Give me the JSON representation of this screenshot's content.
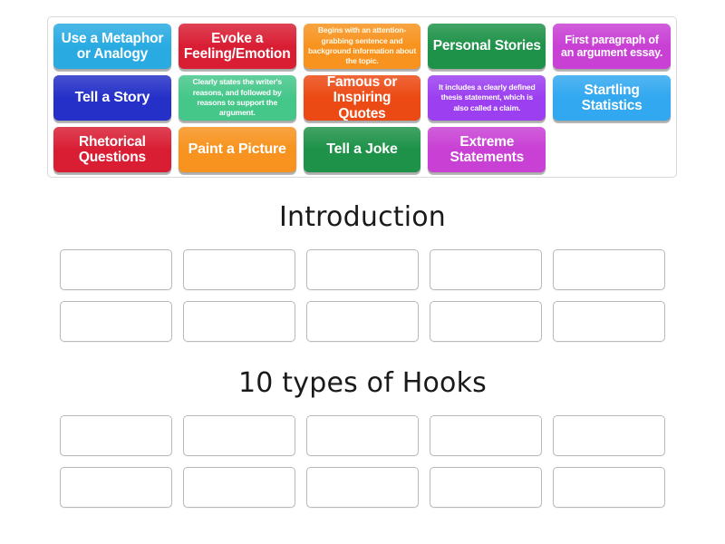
{
  "activity": {
    "type": "group-sort",
    "tray": {
      "name": "word-bank",
      "tiles": [
        {
          "id": "t1",
          "text": "Use a Metaphor or Analogy",
          "size": "big",
          "color": "#29abe2",
          "text_color": "#ffffff"
        },
        {
          "id": "t2",
          "text": "Evoke a Feeling/Emotion",
          "size": "big",
          "color": "#d91e34",
          "text_color": "#ffffff"
        },
        {
          "id": "t3",
          "text": "Begins with an attention-grabbing sentence and background information about the topic.",
          "size": "small",
          "color": "#f7931e",
          "text_color": "#fff8e6"
        },
        {
          "id": "t4",
          "text": "Personal Stories",
          "size": "big",
          "color": "#1e9248",
          "text_color": "#ffffff"
        },
        {
          "id": "t5",
          "text": "First paragraph of an argument essay.",
          "size": "big-sm",
          "color": "#c840d4",
          "text_color": "#ffffff"
        },
        {
          "id": "t6",
          "text": "Tell a Story",
          "size": "big",
          "color": "#2430c8",
          "text_color": "#ffffff"
        },
        {
          "id": "t7",
          "text": "Clearly states the writer's reasons, and followed by reasons to support the argument.",
          "size": "small",
          "color": "#45c78a",
          "text_color": "#ffffff"
        },
        {
          "id": "t8",
          "text": "Famous or Inspiring Quotes",
          "size": "big",
          "color": "#ec4a14",
          "text_color": "#ffffff"
        },
        {
          "id": "t9",
          "text": "It includes a clearly defined thesis statement, which is also called a claim.",
          "size": "small",
          "color": "#9b3ff0",
          "text_color": "#ffffff"
        },
        {
          "id": "t10",
          "text": "Startling Statistics",
          "size": "big",
          "color": "#31a8f0",
          "text_color": "#ffffff"
        },
        {
          "id": "t11",
          "text": "Rhetorical Questions",
          "size": "big",
          "color": "#d91e34",
          "text_color": "#ffffff"
        },
        {
          "id": "t12",
          "text": "Paint a Picture",
          "size": "big",
          "color": "#f7931e",
          "text_color": "#ffffff"
        },
        {
          "id": "t13",
          "text": "Tell a Joke",
          "size": "big",
          "color": "#1e9248",
          "text_color": "#ffffff"
        },
        {
          "id": "t14",
          "text": "Extreme Statements",
          "size": "big",
          "color": "#c840d4",
          "text_color": "#ffffff"
        }
      ]
    },
    "groups": [
      {
        "title": "Introduction",
        "dropzone_count": 10,
        "dropzones": [
          "",
          "",
          "",
          "",
          "",
          "",
          "",
          "",
          "",
          ""
        ]
      },
      {
        "title": "10 types of Hooks",
        "dropzone_count": 10,
        "dropzones": [
          "",
          "",
          "",
          "",
          "",
          "",
          "",
          "",
          "",
          ""
        ]
      }
    ]
  },
  "colors": {
    "page_background": "#ffffff",
    "tray_border": "#d8d8d8",
    "dropzone_border": "#b9b9b9",
    "dropzone_fill": "#ffffff",
    "title_text": "#1a1a1a"
  }
}
